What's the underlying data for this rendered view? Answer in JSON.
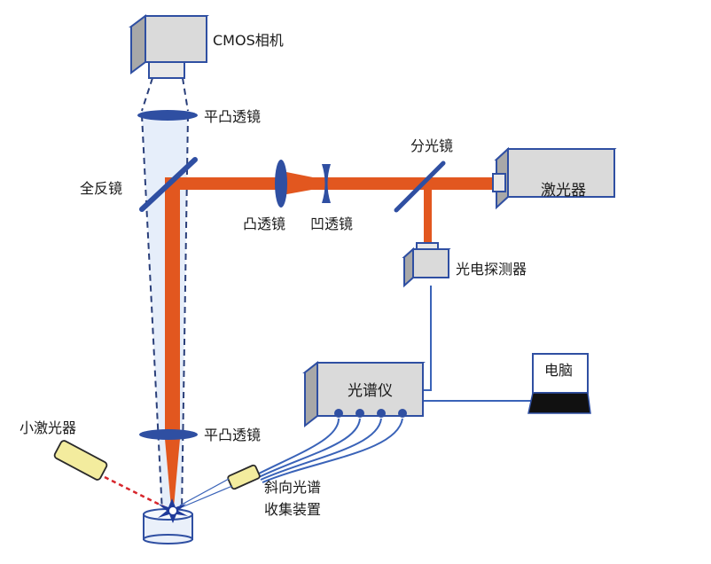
{
  "labels": {
    "camera": "CMOS相机",
    "plano_convex_top": "平凸透镜",
    "full_mirror": "全反镜",
    "beam_splitter": "分光镜",
    "laser": "激光器",
    "convex_lens": "凸透镜",
    "concave_lens": "凹透镜",
    "photodetector": "光电探测器",
    "computer": "电脑",
    "spectrometer": "光谱仪",
    "small_laser": "小激光器",
    "plano_convex_bottom": "平凸透镜",
    "oblique_collector_line1": "斜向光谱",
    "oblique_collector_line2": "收集装置"
  },
  "colors": {
    "laser_beam": "#e2571f",
    "optic_blue": "#2f4fa2",
    "box_gray": "#dadada",
    "box_dark": "#a8a8a8",
    "fiber_blue": "#3a63b8",
    "light_cone": "#e6eefa",
    "small_laser_yellow": "#f3ec9e",
    "small_laser_beam": "#d7262c",
    "screen_black": "#111111"
  },
  "icons": {
    "camera": "camera-box-icon",
    "laser": "laser-box-icon",
    "detector": "detector-cube-icon",
    "computer": "laptop-icon",
    "plasma": "plasma-spark-icon"
  }
}
